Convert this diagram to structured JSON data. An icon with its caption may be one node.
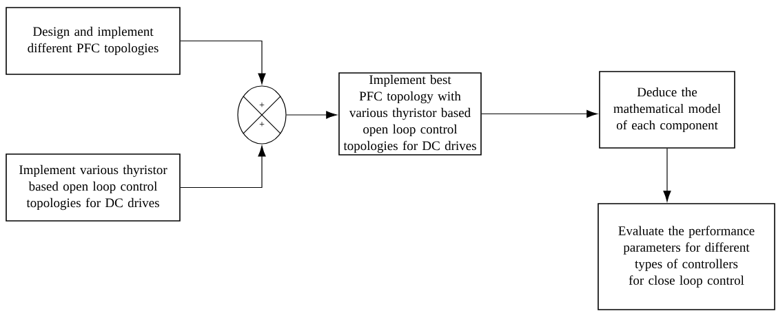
{
  "diagram": {
    "nodes": [
      {
        "text": [
          "Design and implement different PFC topologies"
        ]
      },
      {
        "text": [
          "Implement various thyristor based open loop control topologies for DC drives"
        ]
      },
      {
        "text": [
          "+",
          "+"
        ]
      },
      {
        "text": [
          "Implement best PFC topology with various thyristor based open loop control topologies for DC drives"
        ]
      },
      {
        "text": [
          "Deduce the mathematical model of each component"
        ]
      },
      {
        "text": [
          "Evaluate the performance parameters for different types of controllers for close loop control"
        ]
      }
    ],
    "edges": [
      {
        "from": 0,
        "to": 2,
        "arrow": "to"
      },
      {
        "from": 1,
        "to": 2,
        "arrow": "to"
      },
      {
        "from": 2,
        "to": 3,
        "arrow": "to"
      },
      {
        "from": 3,
        "to": 4,
        "arrow": "to"
      },
      {
        "from": 4,
        "to": 5,
        "arrow": "to"
      }
    ]
  }
}
